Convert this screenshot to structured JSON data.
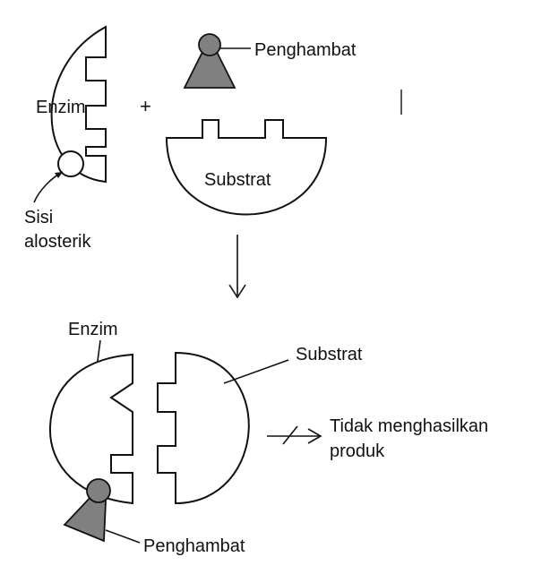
{
  "labels": {
    "enzim_top": "Enzim",
    "plus": "+",
    "penghambat_top": "Penghambat",
    "substrat_top": "Substrat",
    "sisi": "Sisi",
    "alosterik": "alosterik",
    "enzim_bottom": "Enzim",
    "substrat_bottom": "Substrat",
    "result_line1": "Tidak menghasilkan",
    "result_line2": "produk",
    "penghambat_bottom": "Penghambat"
  },
  "colors": {
    "outline": "#111111",
    "inhibitor_fill": "#808080",
    "background": "#ffffff"
  }
}
